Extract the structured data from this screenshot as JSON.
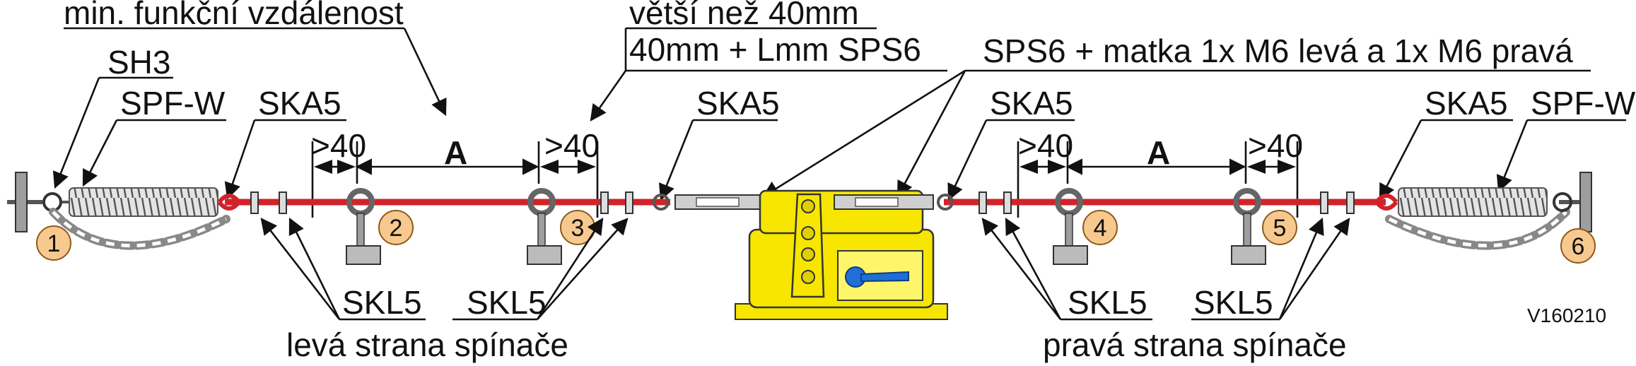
{
  "labels": {
    "min_distance": "min. funkční vzdálenost",
    "greater_40": "větší než 40mm",
    "lmm": "40mm + Lmm SPS6",
    "sps6": "SPS6 + matka 1x M6 levá a 1x M6 pravá",
    "sh3": "SH3",
    "spfw_left": "SPF-W",
    "ska5_1": "SKA5",
    "ska5_2": "SKA5",
    "ska5_3": "SKA5",
    "ska5_4": "SKA5",
    "spfw_right": "SPF-W",
    "dim_gt40_1": ">40",
    "dim_a_1": "A",
    "dim_gt40_2": ">40",
    "dim_gt40_3": ">40",
    "dim_a_2": "A",
    "dim_gt40_4": ">40",
    "skl5_1": "SKL5",
    "skl5_2": "SKL5",
    "skl5_3": "SKL5",
    "skl5_4": "SKL5",
    "left_side": "levá strana spínače",
    "right_side": "pravá strana spínače",
    "code": "V160210"
  },
  "positions": [
    "1",
    "2",
    "3",
    "4",
    "5",
    "6"
  ],
  "colors": {
    "rope": "#d2232a",
    "switch_body": "#f6e600",
    "marker": "#f8c98f",
    "lever": "#1f6fd6",
    "spring": "#d0d0d0",
    "hardware": "#9e9e9e"
  },
  "icons": [
    "spring-icon",
    "chain-icon",
    "eyebolt-icon",
    "turnbuckle-icon",
    "rope-clamp-icon",
    "anchor-plate-icon",
    "switch-icon",
    "pull-lever-icon"
  ]
}
